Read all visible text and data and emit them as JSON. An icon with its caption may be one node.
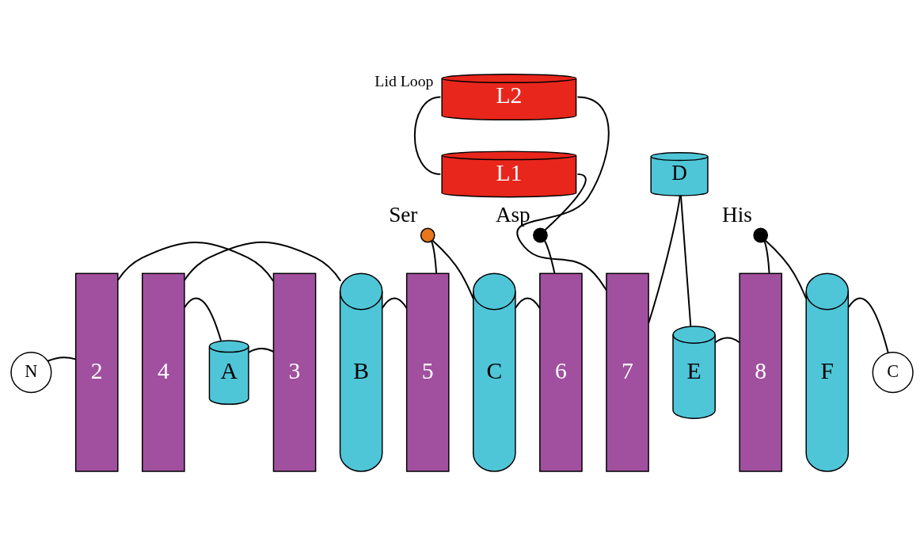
{
  "diagram": {
    "nodes": [
      {
        "text": [
          "L2"
        ]
      },
      {
        "text": [
          "L1"
        ]
      },
      {
        "text": [
          "D"
        ]
      },
      {
        "text": [],
        "shape": "circle",
        "beside": [
          "Ser"
        ]
      },
      {
        "text": [],
        "shape": "circle",
        "beside": [
          "Asp"
        ]
      },
      {
        "text": [],
        "shape": "circle",
        "beside": [
          "His"
        ]
      },
      {
        "text": [
          "2"
        ]
      },
      {
        "text": [
          "4"
        ]
      },
      {
        "text": [
          "A"
        ]
      },
      {
        "text": [
          "3"
        ]
      },
      {
        "text": [
          "B"
        ]
      },
      {
        "text": [
          "5"
        ]
      },
      {
        "text": [
          "C"
        ]
      },
      {
        "text": [
          "6"
        ]
      },
      {
        "text": [
          "7"
        ]
      },
      {
        "text": [
          "E"
        ]
      },
      {
        "text": [
          "8"
        ]
      },
      {
        "text": [
          "F"
        ]
      },
      {
        "text": [
          "N"
        ]
      },
      {
        "text": [
          "C"
        ]
      }
    ],
    "edges": [
      {
        "from": 18,
        "to": 6,
        "arrow": "none"
      },
      {
        "from": 6,
        "to": 9,
        "arrow": "none"
      },
      {
        "from": 9,
        "to": 8,
        "arrow": "none"
      },
      {
        "from": 8,
        "to": 7,
        "arrow": "none"
      },
      {
        "from": 7,
        "to": 10,
        "arrow": "none"
      },
      {
        "from": 10,
        "to": 11,
        "arrow": "none"
      },
      {
        "from": 11,
        "to": 3,
        "arrow": "none"
      },
      {
        "from": 3,
        "to": 12,
        "arrow": "none"
      },
      {
        "from": 12,
        "to": 13,
        "arrow": "none"
      },
      {
        "from": 13,
        "to": 4,
        "arrow": "none"
      },
      {
        "from": 4,
        "to": 1,
        "arrow": "none"
      },
      {
        "from": 1,
        "to": 0,
        "arrow": "none",
        "label": "Lid Loop"
      },
      {
        "from": 0,
        "to": 14,
        "arrow": "none"
      },
      {
        "from": 14,
        "to": 2,
        "arrow": "none"
      },
      {
        "from": 2,
        "to": 15,
        "arrow": "none"
      },
      {
        "from": 15,
        "to": 16,
        "arrow": "none"
      },
      {
        "from": 16,
        "to": 5,
        "arrow": "none"
      },
      {
        "from": 5,
        "to": 17,
        "arrow": "none"
      },
      {
        "from": 17,
        "to": 19,
        "arrow": "none"
      }
    ]
  }
}
